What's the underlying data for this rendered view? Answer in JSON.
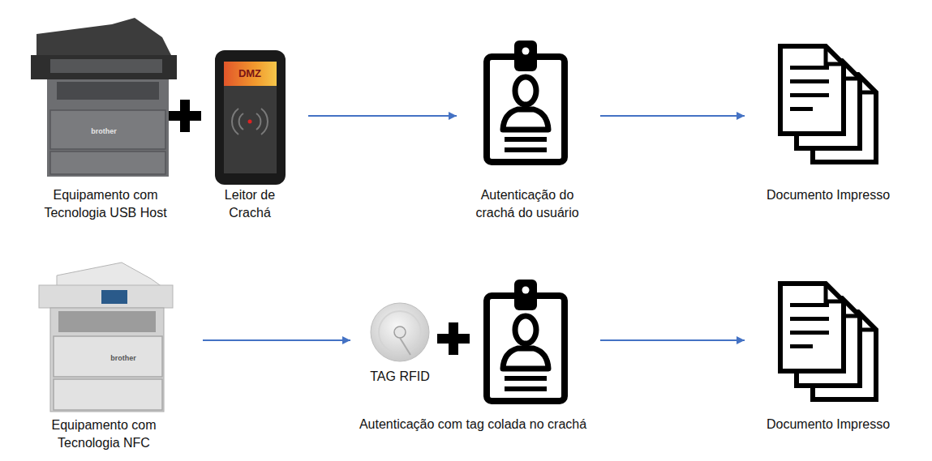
{
  "diagram": {
    "nodes": [
      {
        "text": [
          "Equipamento com Tecnologia USB Host"
        ]
      },
      {
        "text": [
          "Leitor de Crachá"
        ]
      },
      {
        "text": [
          "Autenticação do crachá do usuário"
        ]
      },
      {
        "text": [
          "Documento Impresso"
        ]
      },
      {
        "text": [
          "Equipamento com Tecnologia NFC"
        ]
      },
      {
        "text": [
          "TAG RFID"
        ]
      },
      {
        "text": [
          "Autenticação com tag colada no crachá"
        ]
      },
      {
        "text": [
          "Documento Impresso"
        ]
      }
    ],
    "edges": [
      {
        "from": 1,
        "to": 2,
        "arrow": "to"
      },
      {
        "from": 2,
        "to": 3,
        "arrow": "to"
      },
      {
        "from": 4,
        "to": 5,
        "arrow": "to"
      },
      {
        "from": 6,
        "to": 7,
        "arrow": "to"
      }
    ],
    "labels": [
      "DMZ",
      "brother",
      "brother"
    ]
  }
}
